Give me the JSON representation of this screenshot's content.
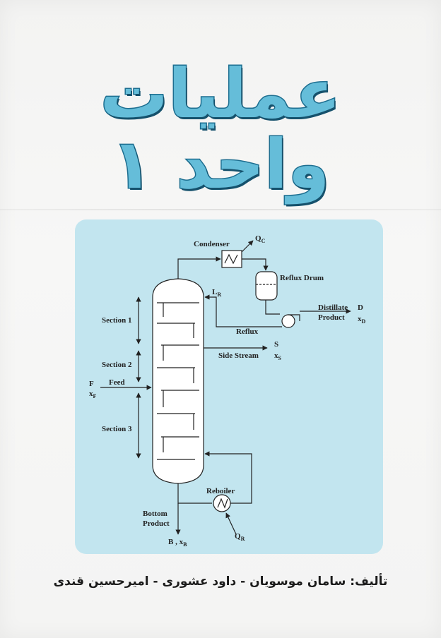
{
  "cover": {
    "title_line1": "عملیات",
    "title_line2": "واحد ۱",
    "authors": "تألیف: سامان موسویان - داود عشوری - امیرحسین قندی"
  },
  "diagram": {
    "condenser": "Condenser",
    "qc": "Q",
    "qc_sub": "C",
    "reflux_drum": "Reflux Drum",
    "lr": "L",
    "lr_sub": "R",
    "distillate": "Distillate",
    "product": "Product",
    "d": "D",
    "xd": "x",
    "xd_sub": "D",
    "reflux": "Reflux",
    "section1": "Section 1",
    "section2": "Section 2",
    "section3": "Section 3",
    "side_stream": "Side Stream",
    "s": "S",
    "xs": "x",
    "xs_sub": "S",
    "f": "F",
    "xf": "x",
    "xf_sub": "F",
    "feed": "Feed",
    "reboiler": "Reboiler",
    "qr": "Q",
    "qr_sub": "R",
    "bottom": "Bottom",
    "bottom_product": "Product",
    "bxb": "B , x",
    "bxb_sub": "B"
  },
  "colors": {
    "title_fill": "#65bdd9",
    "title_stroke": "#1d6e90",
    "panel_bg": "#c2e5ef"
  }
}
